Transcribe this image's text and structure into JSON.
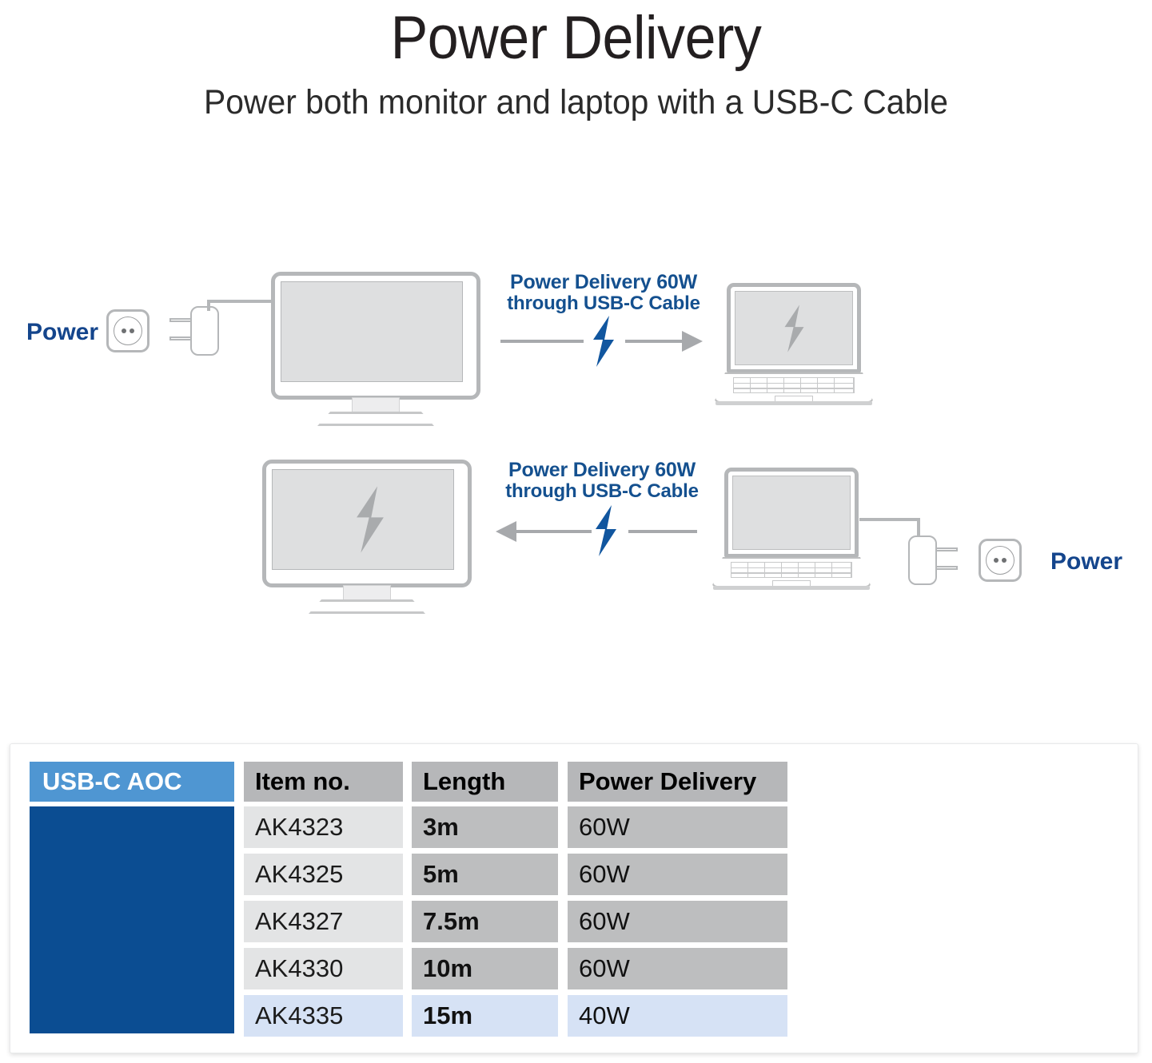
{
  "header": {
    "title": "Power Delivery",
    "subtitle": "Power both monitor and laptop with a USB-C Cable"
  },
  "colors": {
    "accent_blue": "#14508f",
    "brand_dark_blue": "#0b4d92",
    "header_blue": "#4f96d2",
    "highlight_row": "#d6e2f5",
    "device_grey": "#b5b7b9",
    "screen_grey": "#dedfe0",
    "arrow_grey": "#a7a9ac",
    "bolt_blue": "#11569f"
  },
  "diagram": {
    "rows": [
      {
        "id": "monitor-powers-laptop",
        "power_label": "Power",
        "annotation_line1": "Power Delivery 60W",
        "annotation_line2": "through USB-C Cable",
        "direction": "right",
        "source_device": "monitor",
        "target_device": "laptop",
        "charging_device": "laptop"
      },
      {
        "id": "laptop-powers-monitor",
        "power_label": "Power",
        "annotation_line1": "Power Delivery 60W",
        "annotation_line2": "through USB-C Cable",
        "direction": "left",
        "source_device": "laptop",
        "target_device": "monitor",
        "charging_device": "monitor"
      }
    ],
    "icons": {
      "socket": "power-socket-icon",
      "adapter": "power-adapter-icon",
      "bolt": "lightning-bolt-icon",
      "monitor": "monitor-icon",
      "laptop": "laptop-icon"
    }
  },
  "table": {
    "brand_label": "USB-C AOC",
    "columns": [
      "Item no.",
      "Length",
      "Power Delivery"
    ],
    "rows": [
      {
        "item": "AK4323",
        "length": "3m",
        "power": "60W",
        "highlight": false
      },
      {
        "item": "AK4325",
        "length": "5m",
        "power": "60W",
        "highlight": false
      },
      {
        "item": "AK4327",
        "length": "7.5m",
        "power": "60W",
        "highlight": false
      },
      {
        "item": "AK4330",
        "length": "10m",
        "power": "60W",
        "highlight": false
      },
      {
        "item": "AK4335",
        "length": "15m",
        "power": "40W",
        "highlight": true
      }
    ]
  }
}
